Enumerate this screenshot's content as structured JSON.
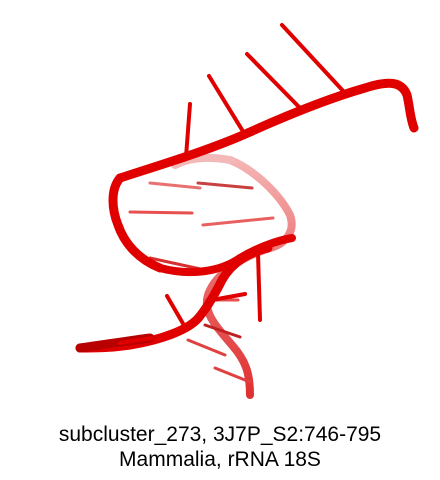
{
  "figure": {
    "icon": "rna-3d-structure",
    "strand_color": "#e00000",
    "strand_back_color": "#f0a0a0",
    "dark_highlight": "#b00000"
  },
  "caption": {
    "line1": "subcluster_273, 3J7P_S2:746-795",
    "line2": "Mammalia, rRNA 18S"
  }
}
